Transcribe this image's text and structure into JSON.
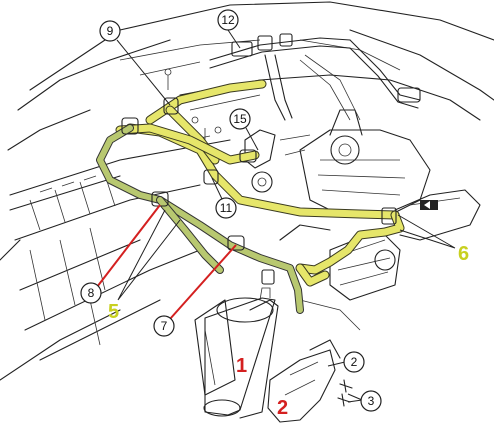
{
  "callouts": {
    "c2": "2",
    "c3": "3",
    "c7": "7",
    "c8": "8",
    "c9": "9",
    "c11": "11",
    "c12": "12",
    "c15": "15"
  },
  "big_labels": {
    "l1": "1",
    "l2": "2",
    "l5": "5",
    "l6": "6"
  },
  "colors": {
    "hose_yellow": "#e6e66a",
    "hose_green": "#b8c870",
    "label_red": "#d42020",
    "label_yellow": "#c8d020"
  }
}
